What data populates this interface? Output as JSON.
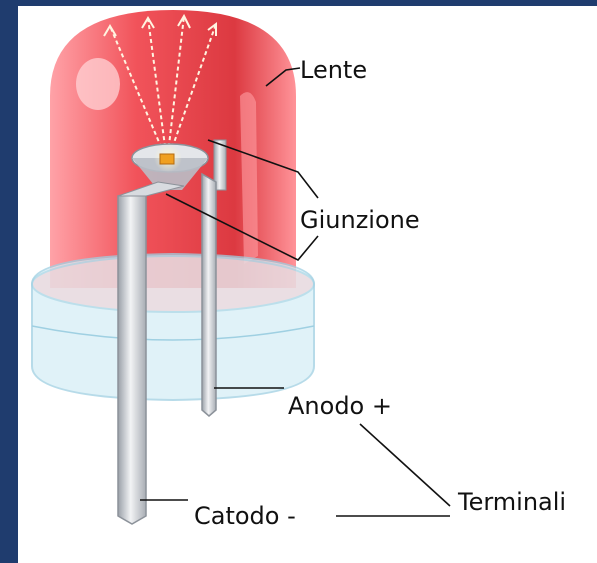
{
  "labels": {
    "lens": "Lente",
    "junction": "Giunzione",
    "anode": "Anodo +",
    "cathode": "Catodo -",
    "terminals": "Terminali"
  },
  "colors": {
    "background": "#1f3c6e",
    "dome": "#e8323a",
    "base": "#bfe6f2",
    "leads": "#c9ccd2"
  }
}
